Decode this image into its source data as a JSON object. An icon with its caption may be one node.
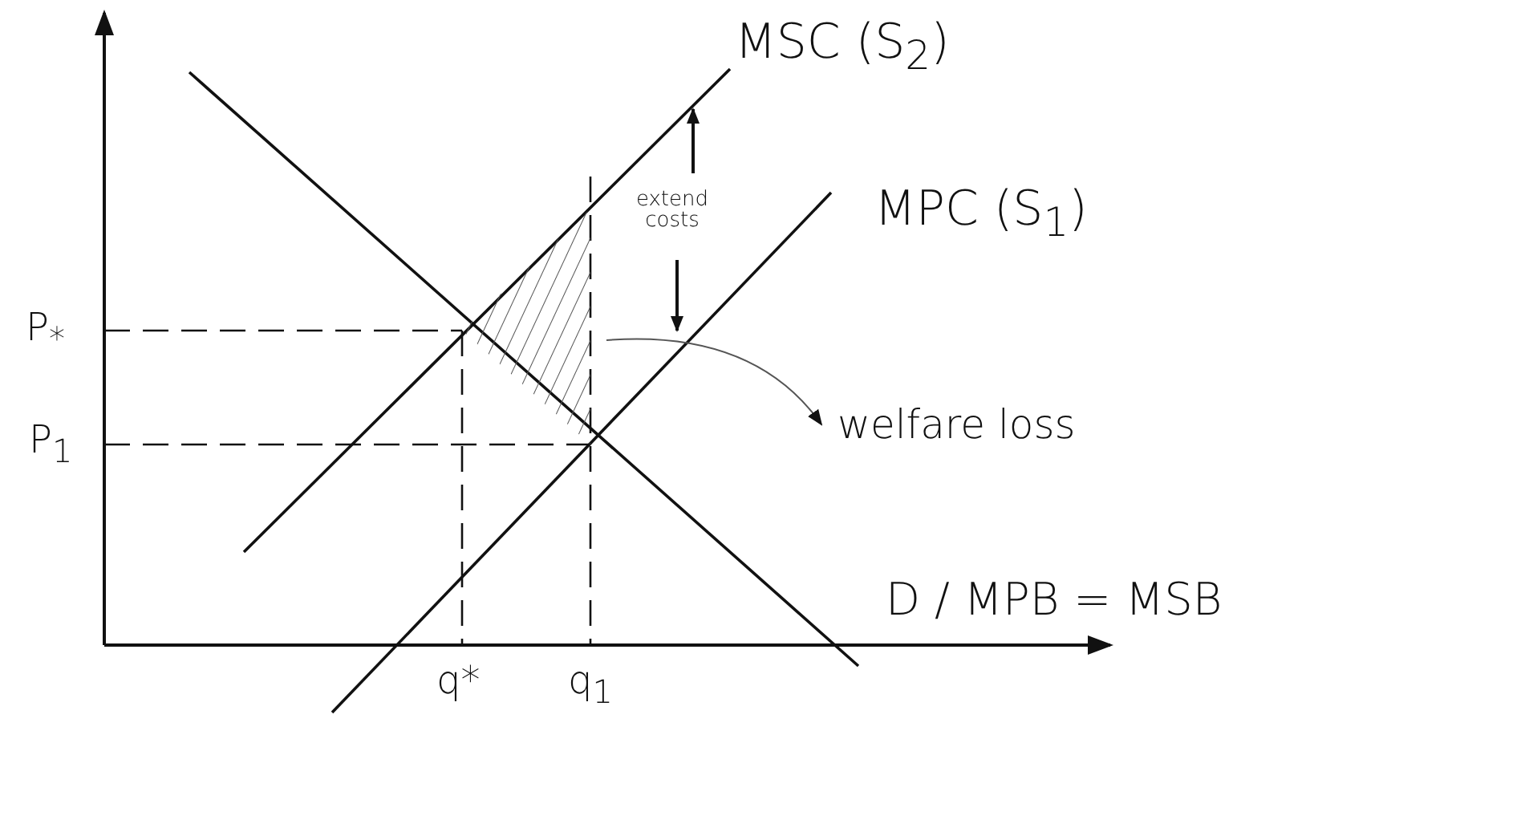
{
  "diagram": {
    "nodes": [
      {
        "text": [
          "welfare loss"
        ]
      },
      {
        "text": [],
        "shape": "polygon"
      }
    ],
    "edges": [
      {
        "from": 1,
        "to": 0,
        "arrow": "to"
      }
    ],
    "labels": [
      "MSC (S$_{2}$)",
      "extend costs",
      "MPC (S$_{1}$)",
      "P$_{*}$",
      "P$_{1}$",
      "D / MPB = MSB",
      "q*",
      "q$_{1}$"
    ]
  }
}
